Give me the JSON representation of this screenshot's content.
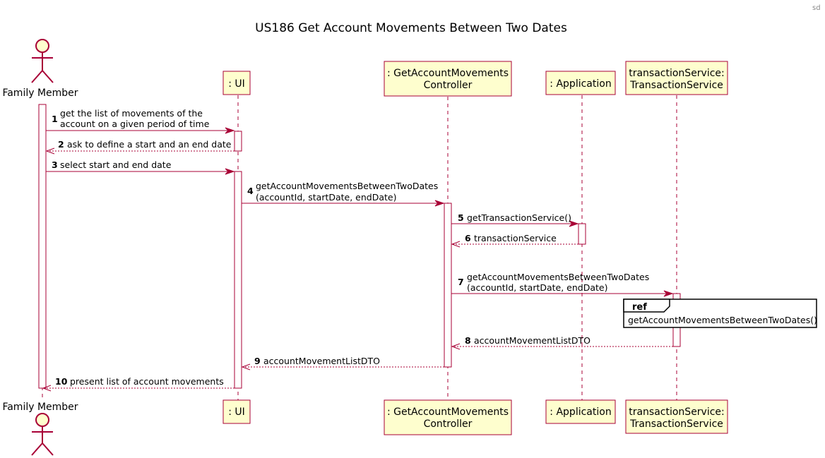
{
  "corner_label": "sd",
  "title": "US186 Get Account Movements Between Two Dates",
  "participants": {
    "family_member": "Family Member",
    "ui": ": UI",
    "controller": [
      ": GetAccountMovements",
      "Controller"
    ],
    "application": ": Application",
    "transaction_service": [
      "transactionService:",
      "TransactionService"
    ]
  },
  "messages": [
    {
      "num": "1",
      "lines": [
        "get the list of movements of the",
        "account on a given period of time"
      ]
    },
    {
      "num": "2",
      "lines": [
        "ask to define a start and an end date"
      ]
    },
    {
      "num": "3",
      "lines": [
        "select start and end date"
      ]
    },
    {
      "num": "4",
      "lines": [
        "getAccountMovementsBetweenTwoDates",
        "(accountId, startDate, endDate)"
      ]
    },
    {
      "num": "5",
      "lines": [
        "getTransactionService()"
      ]
    },
    {
      "num": "6",
      "lines": [
        "transactionService"
      ]
    },
    {
      "num": "7",
      "lines": [
        "getAccountMovementsBetweenTwoDates",
        "(accountId, startDate, endDate)"
      ]
    },
    {
      "num": "8",
      "lines": [
        "accountMovementListDTO"
      ]
    },
    {
      "num": "9",
      "lines": [
        "accountMovementListDTO"
      ]
    },
    {
      "num": "10",
      "lines": [
        "present list of account movements"
      ]
    }
  ],
  "ref": {
    "label": "ref",
    "text": "getAccountMovementsBetweenTwoDates()"
  },
  "colors": {
    "border": "#A80036",
    "fill": "#FEFECE"
  }
}
